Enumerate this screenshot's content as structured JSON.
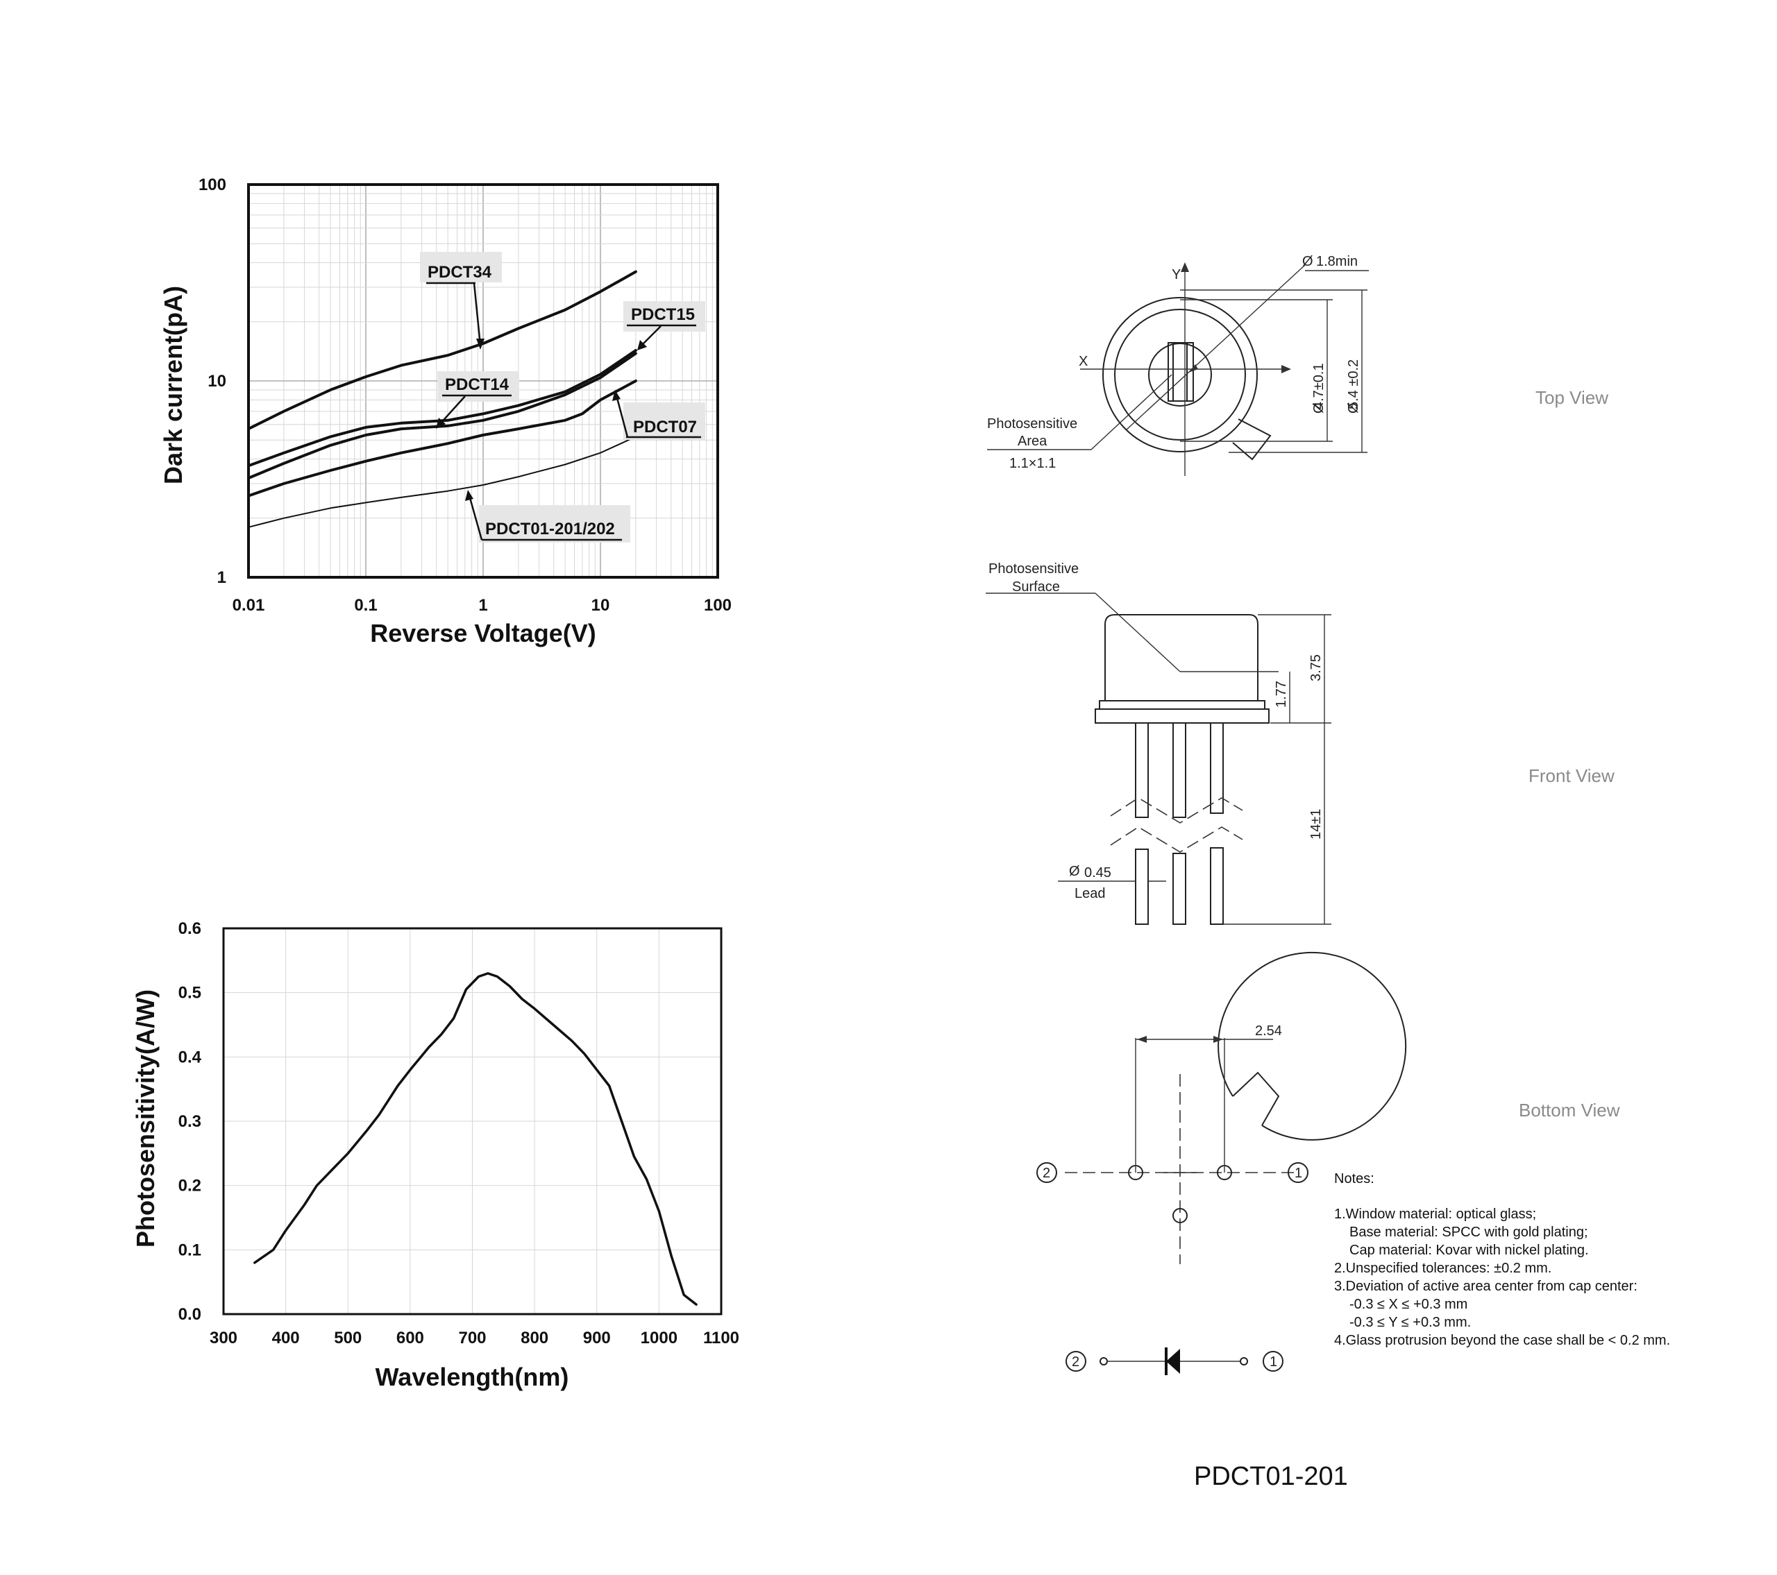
{
  "chart_data": [
    {
      "type": "line",
      "x_scale": "log",
      "y_scale": "log",
      "xlabel": "Reverse Voltage(V)",
      "ylabel": "Dark current(pA)",
      "xlim": [
        0.01,
        100
      ],
      "ylim": [
        1,
        100
      ],
      "x_ticks": [
        "0.01",
        "0.1",
        "1",
        "10",
        "100"
      ],
      "y_ticks": [
        "1",
        "10",
        "100"
      ],
      "grid": true,
      "series": [
        {
          "name": "PDCT34",
          "emphasis": "bold",
          "x": [
            0.01,
            0.02,
            0.05,
            0.1,
            0.2,
            0.5,
            1,
            2,
            5,
            10,
            20
          ],
          "y": [
            5.7,
            7.0,
            9.0,
            10.5,
            12.0,
            13.5,
            15.5,
            18.5,
            23.0,
            28.5,
            36.0
          ]
        },
        {
          "name": "PDCT15",
          "emphasis": "bold",
          "x": [
            0.01,
            0.02,
            0.05,
            0.1,
            0.2,
            0.5,
            1,
            2,
            5,
            10,
            20
          ],
          "y": [
            3.7,
            4.3,
            5.2,
            5.8,
            6.1,
            6.3,
            6.8,
            7.5,
            8.8,
            10.8,
            14.3
          ]
        },
        {
          "name": "PDCT14",
          "emphasis": "bold",
          "x": [
            0.01,
            0.02,
            0.05,
            0.1,
            0.2,
            0.5,
            1,
            2,
            5,
            10,
            20
          ],
          "y": [
            3.2,
            3.8,
            4.7,
            5.3,
            5.7,
            5.9,
            6.3,
            7.0,
            8.5,
            10.4,
            13.8
          ]
        },
        {
          "name": "PDCT07",
          "emphasis": "bold",
          "x": [
            0.01,
            0.02,
            0.05,
            0.1,
            0.2,
            0.5,
            1,
            2,
            5,
            7,
            10,
            20
          ],
          "y": [
            2.6,
            3.0,
            3.5,
            3.9,
            4.3,
            4.8,
            5.3,
            5.7,
            6.3,
            6.8,
            8.0,
            10.0
          ]
        },
        {
          "name": "PDCT01-201/202",
          "emphasis": "thin",
          "x": [
            0.01,
            0.02,
            0.05,
            0.1,
            0.2,
            0.5,
            1,
            2,
            5,
            10,
            20
          ],
          "y": [
            1.8,
            2.0,
            2.25,
            2.4,
            2.55,
            2.75,
            2.95,
            3.25,
            3.75,
            4.3,
            5.2
          ]
        }
      ]
    },
    {
      "type": "line",
      "xlabel": "Wavelength(nm)",
      "ylabel": "Photosensitivity(A/W)",
      "xlim": [
        300,
        1100
      ],
      "ylim": [
        0.0,
        0.6
      ],
      "x_ticks": [
        "300",
        "400",
        "500",
        "600",
        "700",
        "800",
        "900",
        "1000",
        "1100"
      ],
      "y_ticks": [
        "0.0",
        "0.1",
        "0.2",
        "0.3",
        "0.4",
        "0.5",
        "0.6"
      ],
      "grid": true,
      "series": [
        {
          "x": [
            350,
            380,
            400,
            430,
            450,
            480,
            500,
            530,
            550,
            580,
            600,
            630,
            650,
            670,
            690,
            710,
            725,
            740,
            760,
            780,
            800,
            830,
            860,
            880,
            900,
            920,
            940,
            960,
            980,
            1000,
            1020,
            1040,
            1060
          ],
          "y": [
            0.08,
            0.1,
            0.13,
            0.17,
            0.2,
            0.23,
            0.25,
            0.285,
            0.31,
            0.355,
            0.38,
            0.415,
            0.435,
            0.46,
            0.505,
            0.525,
            0.53,
            0.525,
            0.51,
            0.49,
            0.475,
            0.45,
            0.425,
            0.405,
            0.38,
            0.355,
            0.3,
            0.245,
            0.21,
            0.16,
            0.09,
            0.03,
            0.015
          ]
        }
      ]
    }
  ],
  "series_label_texts": {
    "PDCT34": "PDCT34",
    "PDCT15": "PDCT15",
    "PDCT14": "PDCT14",
    "PDCT07": "PDCT07",
    "PDCT01": "PDCT01-201/202"
  },
  "drawing": {
    "top_view": {
      "title": "Top View",
      "axis_x": "X",
      "axis_y": "Y",
      "photosensitive_label_1": "Photosensitive",
      "photosensitive_label_2": "Area",
      "area_size": "1.1×1.1",
      "min_dia": "1.8min",
      "dia_inner": "4.7±0.1",
      "dia_outer": "5.4 ±0.2",
      "phi": "Ø"
    },
    "front_view": {
      "title": "Front View",
      "surface_label_1": "Photosensitive",
      "surface_label_2": "Surface",
      "dim_cap_height": "3.75",
      "dim_surface_height": "1.77",
      "dim_lead_length": "14±1",
      "lead_dia": "0.45",
      "lead_label": "Lead"
    },
    "bottom_view": {
      "title": "Bottom View",
      "pitch": "2.54",
      "pin1": "1",
      "pin2": "2"
    }
  },
  "notes": {
    "heading": "Notes:",
    "lines": [
      "1.Window material: optical glass;",
      "   Base material: SPCC with gold plating;",
      "   Cap material: Kovar with nickel plating.",
      "2.Unspecified tolerances: ±0.2 mm.",
      "3.Deviation of active area center from cap center:",
      "   -0.3 ≤ X ≤ +0.3 mm",
      "   -0.3 ≤ Y ≤ +0.3 mm.",
      "4.Glass protrusion beyond the case shall be < 0.2 mm."
    ]
  },
  "part_number": "PDCT01-201"
}
